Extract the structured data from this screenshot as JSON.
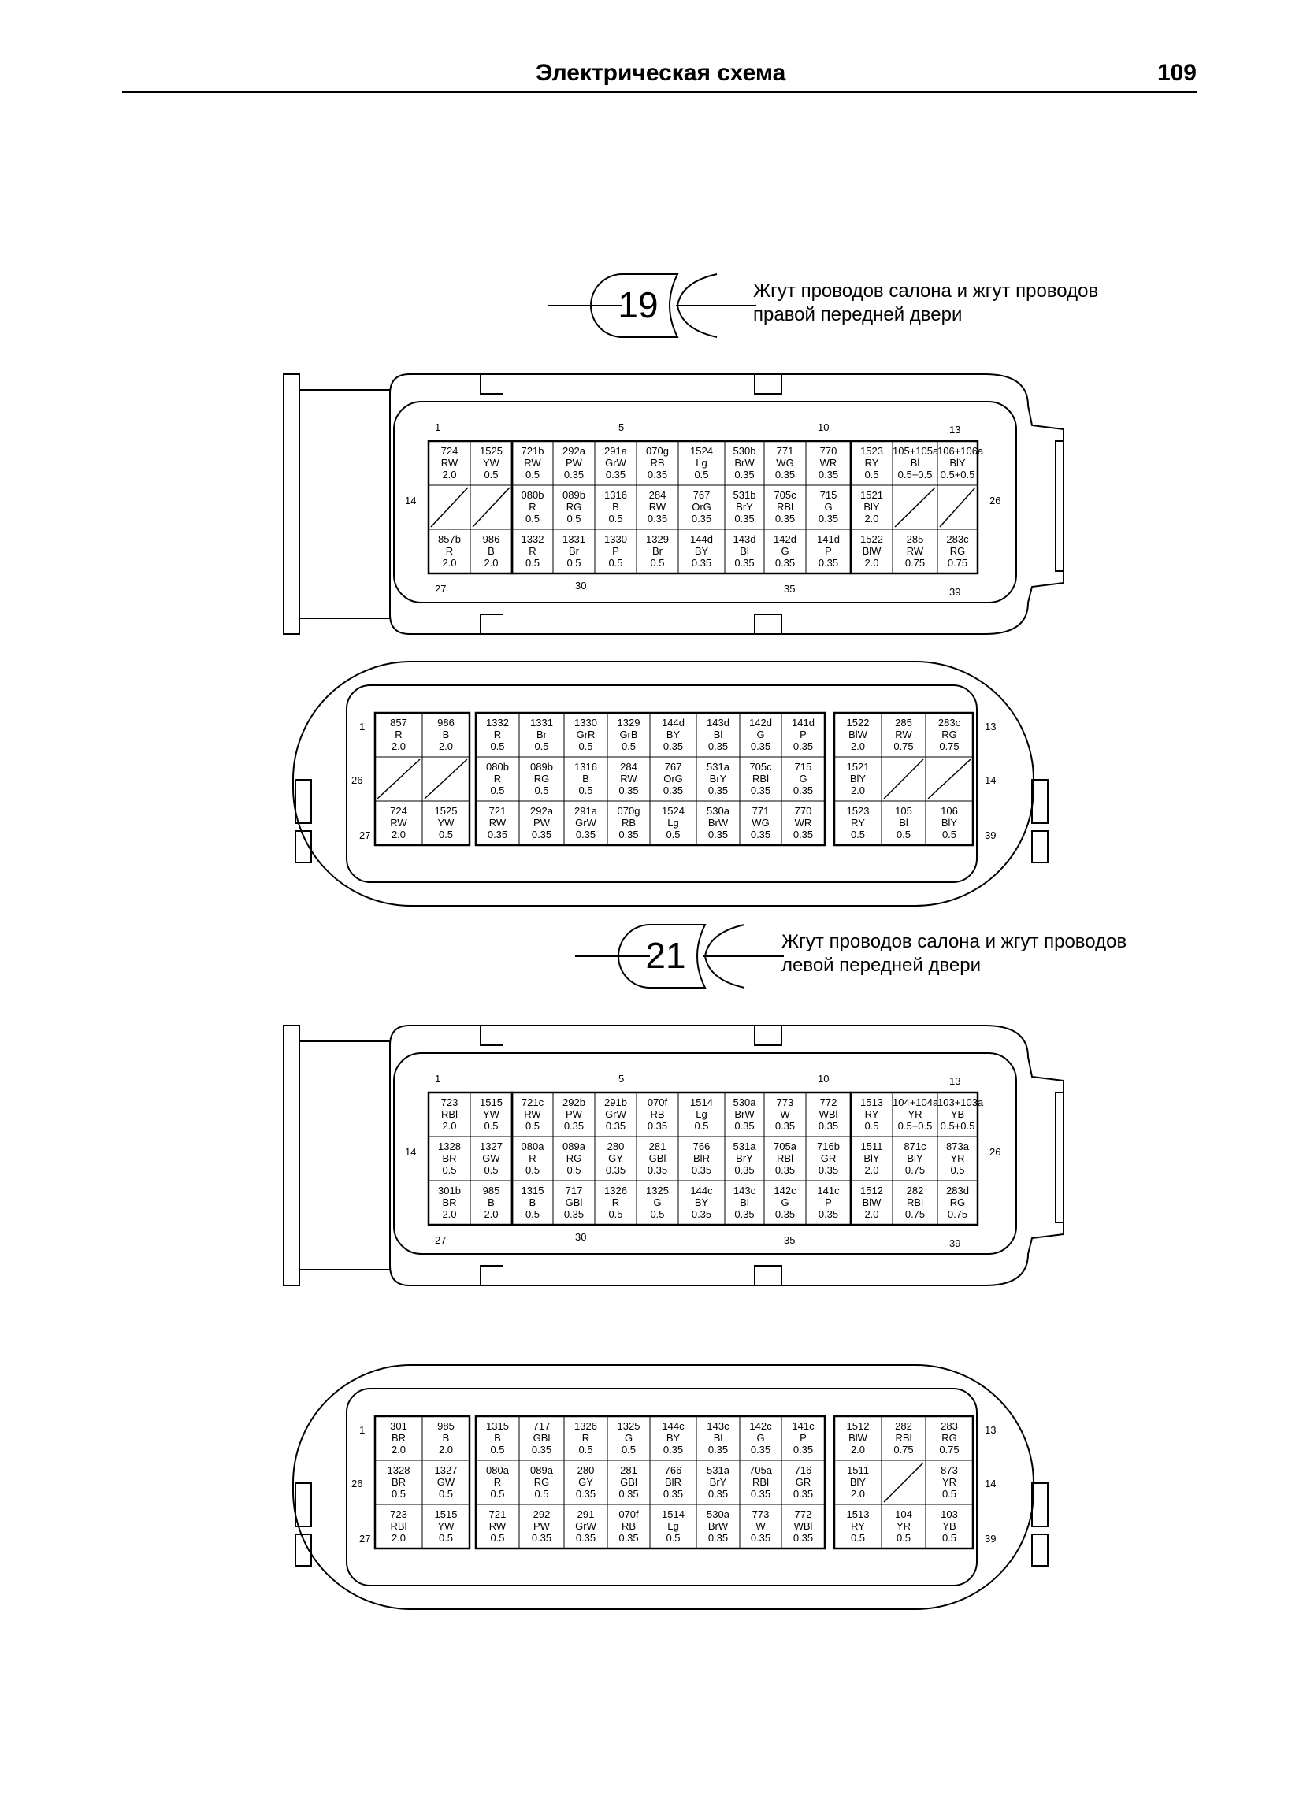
{
  "header": {
    "title": "Электрическая схема",
    "page": "109"
  },
  "connectors": [
    {
      "num": "19",
      "line1": "Жгут проводов салона и жгут проводов",
      "line2": "правой передней двери",
      "male": {
        "pins": {
          "a1": "1",
          "a5": "5",
          "a10": "10",
          "a13": "13",
          "a14": "14",
          "a26": "26",
          "a27": "27",
          "a30": "30",
          "a35": "35",
          "a39": "39"
        },
        "rows": [
          [
            [
              "724",
              "RW",
              "2.0"
            ],
            [
              "1525",
              "YW",
              "0.5"
            ],
            [
              "721b",
              "RW",
              "0.5"
            ],
            [
              "292a",
              "PW",
              "0.35"
            ],
            [
              "291a",
              "GrW",
              "0.35"
            ],
            [
              "070g",
              "RB",
              "0.35"
            ],
            [
              "1524",
              "Lg",
              "0.5"
            ],
            [
              "530b",
              "BrW",
              "0.35"
            ],
            [
              "771",
              "WG",
              "0.35"
            ],
            [
              "770",
              "WR",
              "0.35"
            ],
            [
              "1523",
              "RY",
              "0.5"
            ],
            [
              "105+105a",
              "Bl",
              "0.5+0.5"
            ],
            [
              "106+106a",
              "BlY",
              "0.5+0.5"
            ]
          ],
          [
            null,
            null,
            [
              "080b",
              "R",
              "0.5"
            ],
            [
              "089b",
              "RG",
              "0.5"
            ],
            [
              "1316",
              "B",
              "0.5"
            ],
            [
              "284",
              "RW",
              "0.35"
            ],
            [
              "767",
              "OrG",
              "0.35"
            ],
            [
              "531b",
              "BrY",
              "0.35"
            ],
            [
              "705c",
              "RBl",
              "0.35"
            ],
            [
              "715",
              "G",
              "0.35"
            ],
            [
              "1521",
              "BlY",
              "2.0"
            ],
            null,
            null
          ],
          [
            [
              "857b",
              "R",
              "2.0"
            ],
            [
              "986",
              "B",
              "2.0"
            ],
            [
              "1332",
              "R",
              "0.5"
            ],
            [
              "1331",
              "Br",
              "0.5"
            ],
            [
              "1330",
              "P",
              "0.5"
            ],
            [
              "1329",
              "Br",
              "0.5"
            ],
            [
              "144d",
              "BY",
              "0.35"
            ],
            [
              "143d",
              "Bl",
              "0.35"
            ],
            [
              "142d",
              "G",
              "0.35"
            ],
            [
              "141d",
              "P",
              "0.35"
            ],
            [
              "1522",
              "BlW",
              "2.0"
            ],
            [
              "285",
              "RW",
              "0.75"
            ],
            [
              "283c",
              "RG",
              "0.75"
            ]
          ]
        ]
      },
      "female": {
        "pins": {
          "a1": "1",
          "a13": "13",
          "a26": "26",
          "a14": "14",
          "a27": "27",
          "a39": "39"
        },
        "rows": [
          [
            [
              "857",
              "R",
              "2.0"
            ],
            [
              "986",
              "B",
              "2.0"
            ],
            [
              "1332",
              "R",
              "0.5"
            ],
            [
              "1331",
              "Br",
              "0.5"
            ],
            [
              "1330",
              "GrR",
              "0.5"
            ],
            [
              "1329",
              "GrB",
              "0.5"
            ],
            [
              "144d",
              "BY",
              "0.35"
            ],
            [
              "143d",
              "Bl",
              "0.35"
            ],
            [
              "142d",
              "G",
              "0.35"
            ],
            [
              "141d",
              "P",
              "0.35"
            ],
            [
              "1522",
              "BlW",
              "2.0"
            ],
            [
              "285",
              "RW",
              "0.75"
            ],
            [
              "283c",
              "RG",
              "0.75"
            ]
          ],
          [
            null,
            null,
            [
              "080b",
              "R",
              "0.5"
            ],
            [
              "089b",
              "RG",
              "0.5"
            ],
            [
              "1316",
              "B",
              "0.5"
            ],
            [
              "284",
              "RW",
              "0.35"
            ],
            [
              "767",
              "OrG",
              "0.35"
            ],
            [
              "531a",
              "BrY",
              "0.35"
            ],
            [
              "705c",
              "RBl",
              "0.35"
            ],
            [
              "715",
              "G",
              "0.35"
            ],
            [
              "1521",
              "BlY",
              "2.0"
            ],
            null,
            null
          ],
          [
            [
              "724",
              "RW",
              "2.0"
            ],
            [
              "1525",
              "YW",
              "0.5"
            ],
            [
              "721",
              "RW",
              "0.35"
            ],
            [
              "292a",
              "PW",
              "0.35"
            ],
            [
              "291a",
              "GrW",
              "0.35"
            ],
            [
              "070g",
              "RB",
              "0.35"
            ],
            [
              "1524",
              "Lg",
              "0.5"
            ],
            [
              "530a",
              "BrW",
              "0.35"
            ],
            [
              "771",
              "WG",
              "0.35"
            ],
            [
              "770",
              "WR",
              "0.35"
            ],
            [
              "1523",
              "RY",
              "0.5"
            ],
            [
              "105",
              "Bl",
              "0.5"
            ],
            [
              "106",
              "BlY",
              "0.5"
            ]
          ]
        ]
      }
    },
    {
      "num": "21",
      "line1": "Жгут проводов салона и жгут проводов",
      "line2": "левой передней двери",
      "male": {
        "pins": {
          "a1": "1",
          "a5": "5",
          "a10": "10",
          "a13": "13",
          "a14": "14",
          "a26": "26",
          "a27": "27",
          "a30": "30",
          "a35": "35",
          "a39": "39"
        },
        "rows": [
          [
            [
              "723",
              "RBl",
              "2.0"
            ],
            [
              "1515",
              "YW",
              "0.5"
            ],
            [
              "721c",
              "RW",
              "0.5"
            ],
            [
              "292b",
              "PW",
              "0.35"
            ],
            [
              "291b",
              "GrW",
              "0.35"
            ],
            [
              "070f",
              "RB",
              "0.35"
            ],
            [
              "1514",
              "Lg",
              "0.5"
            ],
            [
              "530a",
              "BrW",
              "0.35"
            ],
            [
              "773",
              "W",
              "0.35"
            ],
            [
              "772",
              "WBl",
              "0.35"
            ],
            [
              "1513",
              "RY",
              "0.5"
            ],
            [
              "104+104a",
              "YR",
              "0.5+0.5"
            ],
            [
              "103+103a",
              "YB",
              "0.5+0.5"
            ]
          ],
          [
            [
              "1328",
              "BR",
              "0.5"
            ],
            [
              "1327",
              "GW",
              "0.5"
            ],
            [
              "080a",
              "R",
              "0.5"
            ],
            [
              "089a",
              "RG",
              "0.5"
            ],
            [
              "280",
              "GY",
              "0.35"
            ],
            [
              "281",
              "GBl",
              "0.35"
            ],
            [
              "766",
              "BlR",
              "0.35"
            ],
            [
              "531a",
              "BrY",
              "0.35"
            ],
            [
              "705a",
              "RBl",
              "0.35"
            ],
            [
              "716b",
              "GR",
              "0.35"
            ],
            [
              "1511",
              "BlY",
              "2.0"
            ],
            [
              "871c",
              "BlY",
              "0.75"
            ],
            [
              "873a",
              "YR",
              "0.5"
            ]
          ],
          [
            [
              "301b",
              "BR",
              "2.0"
            ],
            [
              "985",
              "B",
              "2.0"
            ],
            [
              "1315",
              "B",
              "0.5"
            ],
            [
              "717",
              "GBl",
              "0.35"
            ],
            [
              "1326",
              "R",
              "0.5"
            ],
            [
              "1325",
              "G",
              "0.5"
            ],
            [
              "144c",
              "BY",
              "0.35"
            ],
            [
              "143c",
              "Bl",
              "0.35"
            ],
            [
              "142c",
              "G",
              "0.35"
            ],
            [
              "141c",
              "P",
              "0.35"
            ],
            [
              "1512",
              "BlW",
              "2.0"
            ],
            [
              "282",
              "RBl",
              "0.75"
            ],
            [
              "283d",
              "RG",
              "0.75"
            ]
          ]
        ]
      },
      "female": {
        "pins": {
          "a1": "1",
          "a13": "13",
          "a26": "26",
          "a14": "14",
          "a27": "27",
          "a39": "39"
        },
        "rows": [
          [
            [
              "301",
              "BR",
              "2.0"
            ],
            [
              "985",
              "B",
              "2.0"
            ],
            [
              "1315",
              "B",
              "0.5"
            ],
            [
              "717",
              "GBl",
              "0.35"
            ],
            [
              "1326",
              "R",
              "0.5"
            ],
            [
              "1325",
              "G",
              "0.5"
            ],
            [
              "144c",
              "BY",
              "0.35"
            ],
            [
              "143c",
              "Bl",
              "0.35"
            ],
            [
              "142c",
              "G",
              "0.35"
            ],
            [
              "141c",
              "P",
              "0.35"
            ],
            [
              "1512",
              "BlW",
              "2.0"
            ],
            [
              "282",
              "RBl",
              "0.75"
            ],
            [
              "283",
              "RG",
              "0.75"
            ]
          ],
          [
            [
              "1328",
              "BR",
              "0.5"
            ],
            [
              "1327",
              "GW",
              "0.5"
            ],
            [
              "080a",
              "R",
              "0.5"
            ],
            [
              "089a",
              "RG",
              "0.5"
            ],
            [
              "280",
              "GY",
              "0.35"
            ],
            [
              "281",
              "GBl",
              "0.35"
            ],
            [
              "766",
              "BlR",
              "0.35"
            ],
            [
              "531a",
              "BrY",
              "0.35"
            ],
            [
              "705a",
              "RBl",
              "0.35"
            ],
            [
              "716",
              "GR",
              "0.35"
            ],
            [
              "1511",
              "BlY",
              "2.0"
            ],
            null,
            [
              "873",
              "YR",
              "0.5"
            ]
          ],
          [
            [
              "723",
              "RBl",
              "2.0"
            ],
            [
              "1515",
              "YW",
              "0.5"
            ],
            [
              "721",
              "RW",
              "0.5"
            ],
            [
              "292",
              "PW",
              "0.35"
            ],
            [
              "291",
              "GrW",
              "0.35"
            ],
            [
              "070f",
              "RB",
              "0.35"
            ],
            [
              "1514",
              "Lg",
              "0.5"
            ],
            [
              "530a",
              "BrW",
              "0.35"
            ],
            [
              "773",
              "W",
              "0.35"
            ],
            [
              "772",
              "WBl",
              "0.35"
            ],
            [
              "1513",
              "RY",
              "0.5"
            ],
            [
              "104",
              "YR",
              "0.5"
            ],
            [
              "103",
              "YB",
              "0.5"
            ]
          ]
        ]
      }
    }
  ]
}
